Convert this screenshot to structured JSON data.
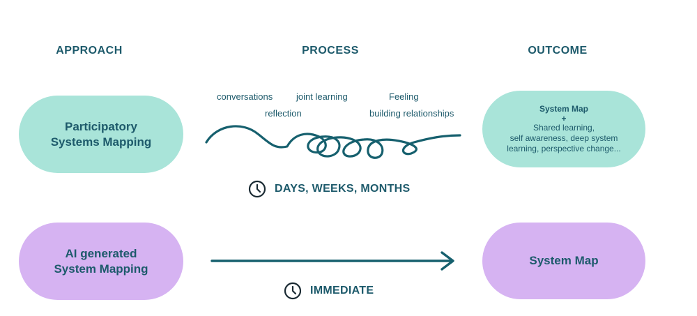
{
  "headers": {
    "approach": "APPROACH",
    "process": "PROCESS",
    "outcome": "OUTCOME"
  },
  "participatory": {
    "approach_label": "Participatory\nSystems Mapping",
    "process_words": {
      "conversations": "conversations",
      "joint_learning": "joint learning",
      "feeling": "Feeling",
      "reflection": "reflection",
      "building_relationships": "building relationships"
    },
    "duration": "DAYS, WEEKS, MONTHS",
    "outcome_title": "System Map",
    "outcome_plus": "+",
    "outcome_detail": "Shared learning,\nself awareness, deep system\nlearning, perspective change..."
  },
  "ai": {
    "approach_label": "AI generated\nSystem Mapping",
    "duration": "IMMEDIATE",
    "outcome_title": "System Map"
  },
  "colors": {
    "text": "#1d5a6b",
    "teal_pill": "#a9e4d9",
    "lilac_pill": "#d6b3f2",
    "line": "#16606e"
  },
  "icons": {
    "duration_icon": "clock-icon",
    "process_line": "squiggle-line",
    "ai_process": "arrow-right-icon"
  }
}
